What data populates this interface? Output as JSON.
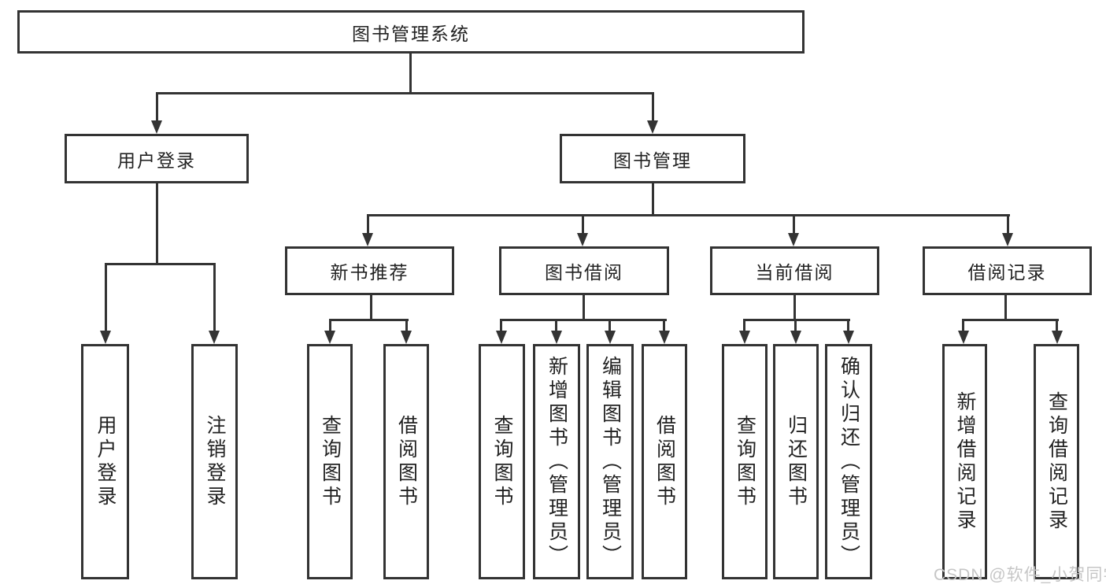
{
  "diagram": {
    "root": {
      "label": "图书管理系统"
    },
    "level2": [
      {
        "label": "用户登录"
      },
      {
        "label": "图书管理"
      }
    ],
    "level3": [
      {
        "label": "新书推荐"
      },
      {
        "label": "图书借阅"
      },
      {
        "label": "当前借阅"
      },
      {
        "label": "借阅记录"
      }
    ],
    "leaves": {
      "user": [
        "用户登录",
        "注销登录"
      ],
      "newbook": [
        "查询图书",
        "借阅图书"
      ],
      "borrow": [
        "查询图书",
        "新增图书（管理员）",
        "编辑图书（管理员）",
        "借阅图书"
      ],
      "current": [
        "查询图书",
        "归还图书",
        "确认归还（管理员）"
      ],
      "record": [
        "新增借阅记录",
        "查询借阅记录"
      ]
    },
    "colors": {
      "line": "#333333",
      "text": "#222222",
      "background": "#ffffff",
      "watermark": "#c6c6c6"
    }
  },
  "watermark": {
    "text": "CSDN @软件_小贺同学"
  }
}
